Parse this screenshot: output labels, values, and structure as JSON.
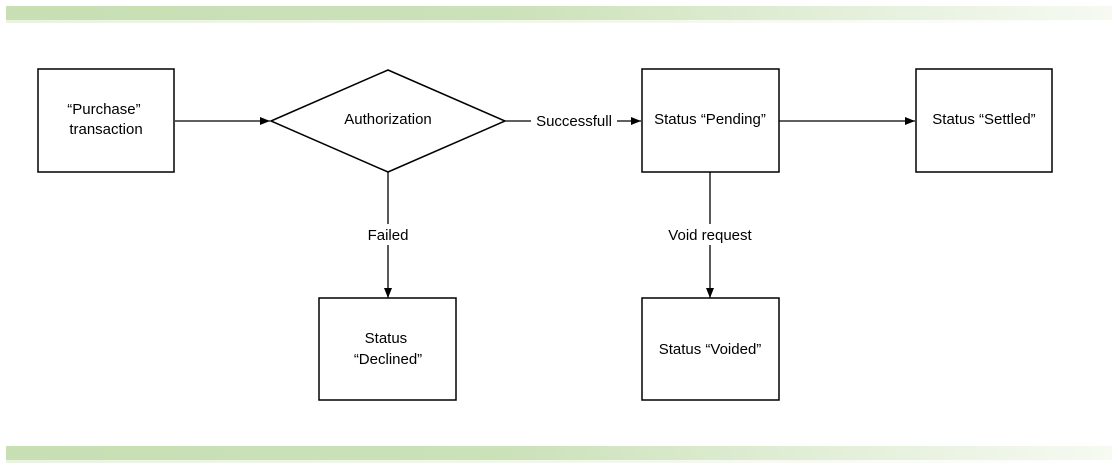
{
  "diagram": {
    "nodes": {
      "purchase": {
        "lines": [
          "“Purchase”",
          "transaction"
        ]
      },
      "authorization": {
        "lines": [
          "Authorization"
        ]
      },
      "pending": {
        "lines": [
          "Status “Pending”"
        ]
      },
      "settled": {
        "lines": [
          "Status “Settled”"
        ]
      },
      "declined": {
        "lines": [
          "Status",
          "“Declined”"
        ]
      },
      "voided": {
        "lines": [
          "Status “Voided”"
        ]
      }
    },
    "edges": {
      "purchase_to_auth": {
        "label": ""
      },
      "auth_to_pending": {
        "label": "Successfull"
      },
      "pending_to_settled": {
        "label": ""
      },
      "auth_to_declined": {
        "label": "Failed"
      },
      "pending_to_voided": {
        "label": "Void request"
      }
    }
  },
  "colors": {
    "band": "#c8dfb4",
    "stroke": "#000000",
    "fill": "#ffffff"
  }
}
